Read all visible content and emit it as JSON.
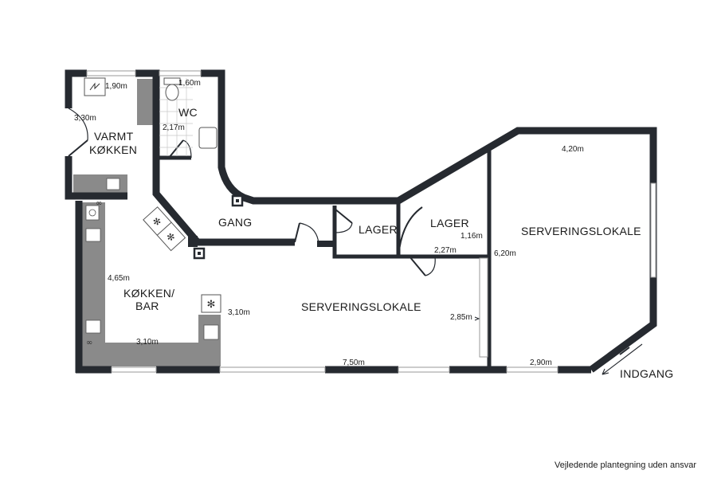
{
  "rooms": {
    "varmt_kokken": [
      "VARMT",
      "KØKKEN"
    ],
    "wc": "WC",
    "gang": "GANG",
    "lager_1": "LAGER",
    "lager_2": "LAGER",
    "serveringslokale_right": "SERVERINGSLOKALE",
    "serveringslokale_main": "SERVERINGSLOKALE",
    "kokken_bar": [
      "KØKKEN/",
      "BAR"
    ],
    "entrance": "INDGANG"
  },
  "dimensions": {
    "varmt_width": "1,90m",
    "varmt_depth": "3,30m",
    "wc_width": "1,60m",
    "wc_depth": "2,17m",
    "lager2_depth": "1,16m",
    "lager2_width": "2,27m",
    "right_width": "4,20m",
    "right_depth": "6,20m",
    "kitchen_depth": "4,65m",
    "kitchen_width": "3,10m",
    "bar_depth": "3,10m",
    "main_depth": "2,85m",
    "main_width": "7,50m",
    "entrance_width": "2,90m"
  },
  "caption": "Vejledende plantegning uden ansvar",
  "colors": {
    "wall": "#262a30",
    "counter": "#8a8a8a",
    "window": "#c9c9c9"
  }
}
